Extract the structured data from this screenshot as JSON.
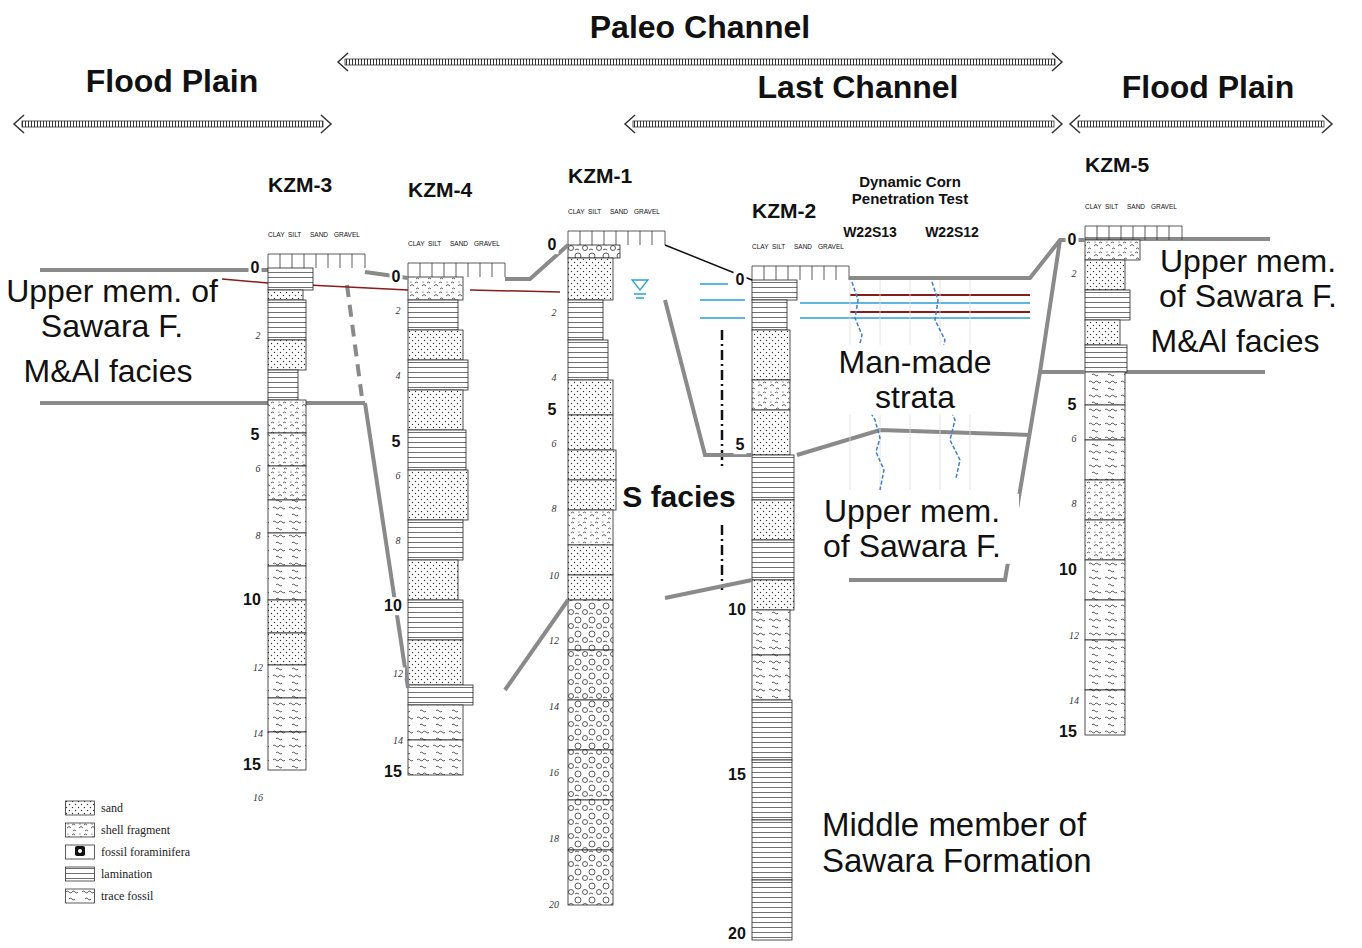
{
  "diagram": {
    "nodes": [
      {
        "text": [
          "KZM-3",
          "CLAY",
          "SILT",
          "SAND",
          "GRAVEL"
        ]
      },
      {
        "text": [
          "KZM-4",
          "CLAY",
          "SILT",
          "SAND",
          "GRAVEL"
        ]
      },
      {
        "text": [
          "KZM-1",
          "CLAY",
          "SILT",
          "SAND",
          "GRAVEL"
        ]
      },
      {
        "text": [
          "KZM-2",
          "CLAY",
          "SILT",
          "SAND",
          "GRAVEL"
        ]
      },
      {
        "text": [
          "KZM-5",
          "CLAY",
          "SILT",
          "SAND",
          "GRAVEL"
        ]
      }
    ],
    "edges": [
      {
        "from": 0,
        "to": 1,
        "arrow": "none"
      },
      {
        "from": 1,
        "to": 2,
        "arrow": "none"
      },
      {
        "from": 2,
        "to": 3,
        "arrow": "none"
      },
      {
        "from": 3,
        "to": 4,
        "arrow": "none"
      },
      {
        "from": 0,
        "to": 1,
        "arrow": "none"
      },
      {
        "from": 1,
        "to": 2,
        "arrow": "none"
      },
      {
        "from": 2,
        "to": 3,
        "arrow": "none"
      },
      {
        "from": 2,
        "to": 3,
        "arrow": "none"
      },
      {
        "from": 3,
        "to": 4,
        "arrow": "none"
      }
    ],
    "labels": [
      "Paleo Channel",
      "Flood Plain",
      "Last Channel",
      "Flood Plain",
      "Dynamic Corn Penetration Test",
      "W22S13",
      "W22S12",
      "Upper mem. of Sawara F.",
      "M&Al facies",
      "Upper mem. of Sawara F.",
      "M&Al facies",
      "Man-made strata",
      "S facies",
      "Upper mem. of Sawara F.",
      "Middle member of Sawara Formation",
      "0",
      "2",
      "5",
      "6",
      "8",
      "10",
      "12",
      "14",
      "15",
      "16",
      "0",
      "2",
      "4",
      "5",
      "6",
      "8",
      "10",
      "12",
      "14",
      "15",
      "0",
      "2",
      "4",
      "5",
      "6",
      "8",
      "10",
      "12",
      "14",
      "16",
      "18",
      "20",
      "0",
      "5",
      "10",
      "15",
      "20",
      "0",
      "2",
      "5",
      "6",
      "8",
      "10",
      "12",
      "14",
      "15"
    ],
    "legend": [
      {
        "text": "sand"
      },
      {
        "text": "shell fragment"
      },
      {
        "text": "fossil foraminifera"
      },
      {
        "text": "lamination"
      },
      {
        "text": "trace fossil"
      }
    ]
  }
}
